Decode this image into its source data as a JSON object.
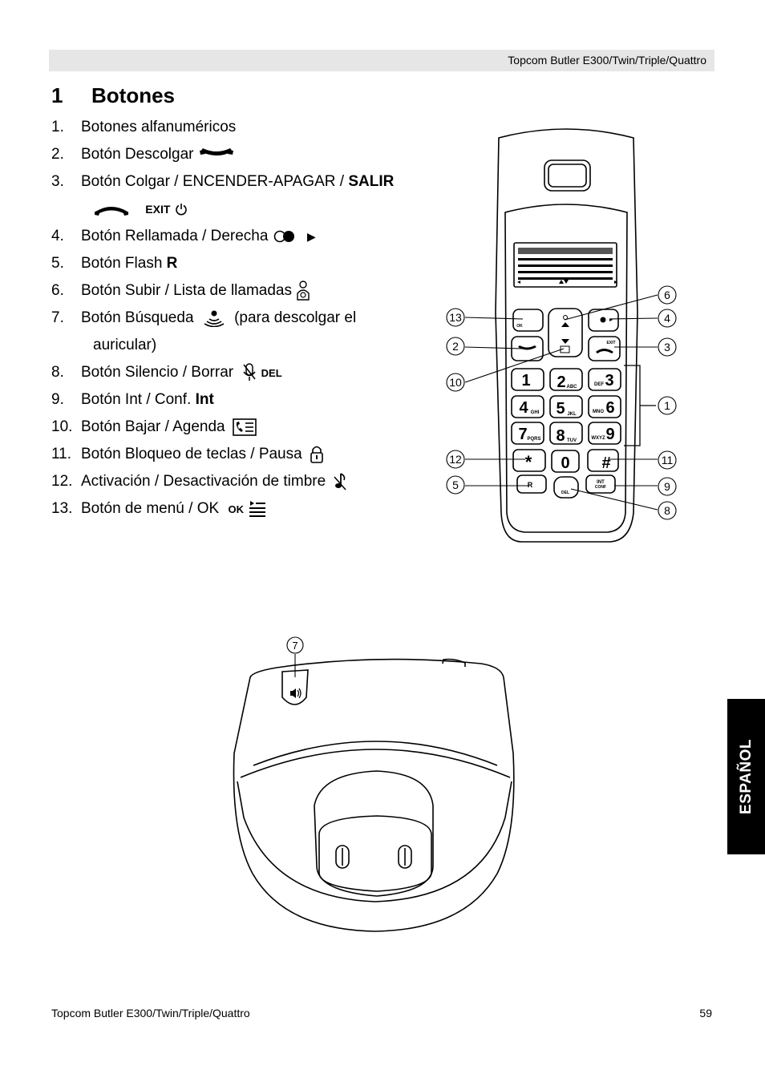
{
  "header": {
    "title": "Topcom Butler E300/Twin/Triple/Quattro"
  },
  "section": {
    "number": "1",
    "title": "Botones"
  },
  "items": [
    {
      "num": "1.",
      "text": "Botones alfanuméricos"
    },
    {
      "num": "2.",
      "text": "Botón Descolgar"
    },
    {
      "num": "3.",
      "text": "Botón Colgar / ENCENDER-APAGAR / ",
      "bold": "SALIR",
      "icon_label": "EXIT"
    },
    {
      "num": "4.",
      "text": "Botón Rellamada / Derecha"
    },
    {
      "num": "5.",
      "text": "Botón Flash ",
      "bold": "R"
    },
    {
      "num": "6.",
      "text": "Botón Subir / Lista de llamadas"
    },
    {
      "num": "7.",
      "text": "Botón Búsqueda",
      "suffix": "(para descolgar el",
      "continuation": "auricular)"
    },
    {
      "num": "8.",
      "text": "Botón Silencio / Borrar",
      "icon_label": "DEL"
    },
    {
      "num": "9.",
      "text": "Botón Int / Conf. ",
      "bold": "Int"
    },
    {
      "num": "10.",
      "text": "Botón Bajar / Agenda"
    },
    {
      "num": "11.",
      "text": "Botón Bloqueo de teclas / Pausa"
    },
    {
      "num": "12.",
      "text": "Activación / Desactivación de timbre"
    },
    {
      "num": "13.",
      "text": "Botón de menú / OK",
      "icon_label": "OK"
    }
  ],
  "handset": {
    "callouts": [
      "6",
      "4",
      "13",
      "2",
      "3",
      "10",
      "1",
      "12",
      "11",
      "5",
      "9",
      "8"
    ],
    "keys": {
      "k1": "1",
      "k2": "2",
      "k2s": "ABC",
      "k3": "3",
      "k3s": "DEF",
      "k4": "4",
      "k4s": "GHI",
      "k5": "5",
      "k5s": "JKL",
      "k6": "6",
      "k6s": "MNO",
      "k7": "7",
      "k7s": "PQRS",
      "k8": "8",
      "k8s": "TUV",
      "k9": "9",
      "k9s": "WXYZ",
      "k0": "0",
      "r": "R",
      "ok": "OK",
      "exit": "EXIT",
      "int": "INT",
      "conf": "CONF",
      "del": "DEL"
    }
  },
  "base": {
    "callout": "7"
  },
  "side_tab": {
    "label": "ESPAÑOL"
  },
  "footer": {
    "left": "Topcom Butler E300/Twin/Triple/Quattro",
    "page": "59"
  }
}
